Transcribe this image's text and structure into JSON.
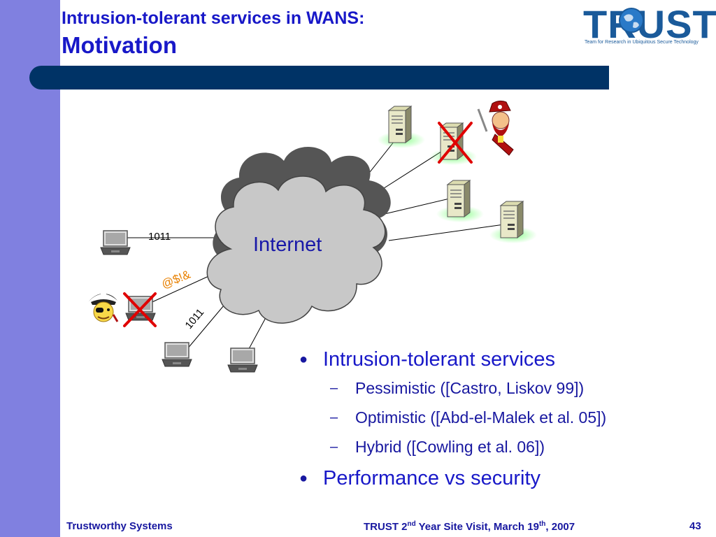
{
  "slide": {
    "title_line1": "Intrusion-tolerant services in WANS:",
    "title_line2": "Motivation"
  },
  "logo": {
    "name": "TRUST",
    "tagline": "Team for Research in Ubiquitous Secure Technology"
  },
  "diagram": {
    "cloud_label": "Internet",
    "link_labels": [
      "1011",
      "@$!&",
      "1011"
    ],
    "icons": [
      "laptop-icon",
      "server-icon",
      "pirate-icon",
      "cross-icon",
      "cloud-icon",
      "globe-icon"
    ]
  },
  "bullets": [
    {
      "text": "Intrusion-tolerant services",
      "subitems": [
        "Pessimistic ([Castro, Liskov 99])",
        "Optimistic ([Abd-el-Malek et al. 05])",
        "Hybrid ([Cowling et al. 06])"
      ]
    },
    {
      "text": "Performance vs security",
      "subitems": []
    }
  ],
  "footer": {
    "left": "Trustworthy Systems",
    "center_prefix": "TRUST 2",
    "center_sup1": "nd",
    "center_mid": " Year Site Visit, March 19",
    "center_sup2": "th",
    "center_suffix": ", 2007",
    "page": "43"
  },
  "colors": {
    "title": "#1818c8",
    "band": "#003366",
    "sidebar": "#8080e0",
    "attack_label": "#e88000",
    "cross": "#e00000",
    "cloud": "#c8c8c8",
    "server_glow": "#7fff7f"
  }
}
